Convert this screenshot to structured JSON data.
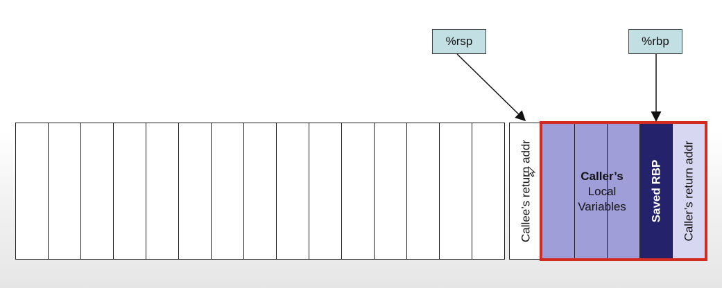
{
  "registers": {
    "rsp": "%rsp",
    "rbp": "%rbp"
  },
  "stack": {
    "callee_return_addr": "Callee’s return addr",
    "caller_locals": {
      "title": "Caller’s",
      "line1": "Local",
      "line2": "Variables"
    },
    "saved_rbp": "Saved RBP",
    "caller_return_addr": "Caller’s return addr"
  },
  "colors": {
    "frame_border": "#d22b20",
    "local_vars": "#9f9ed9",
    "saved_rbp": "#24226a",
    "caller_return_addr": "#d8d7f1",
    "register_box": "#c2dfe3"
  }
}
